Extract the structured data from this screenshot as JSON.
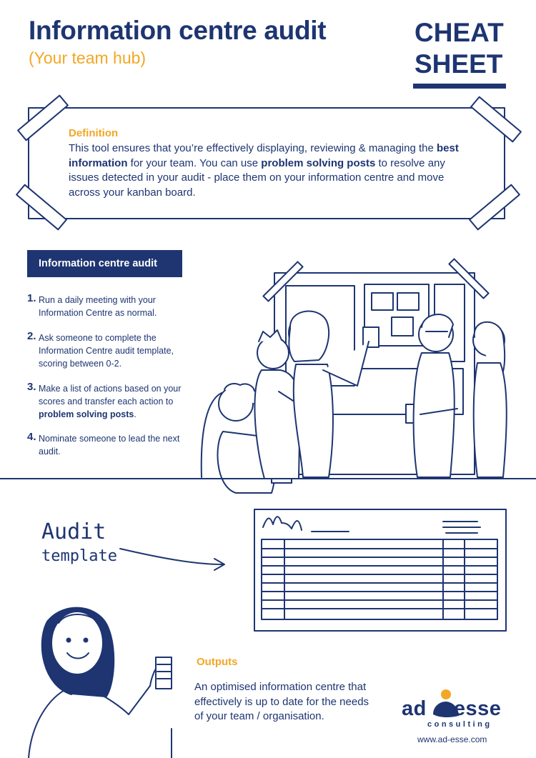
{
  "header": {
    "title": "Information centre audit",
    "subtitle": "(Your team hub)",
    "badge_line1": "CHEAT",
    "badge_line2": "SHEET"
  },
  "definition": {
    "heading": "Definition",
    "text_1": "This tool ensures that you’re effectively displaying, reviewing & managing the ",
    "bold_1": "best information",
    "text_2": " for your team. You can use ",
    "bold_2": "problem solving posts",
    "text_3": " to resolve any issues detected in your audit - place them on your information centre and move across your kanban board."
  },
  "audit_section": {
    "label": "Information centre audit",
    "steps": [
      {
        "num": "1.",
        "text": "Run a daily meeting with your Information Centre as normal."
      },
      {
        "num": "2.",
        "text": "Ask someone to complete the Information Centre audit template, scoring between 0-2."
      },
      {
        "num": "3.",
        "text": "Make a list of actions based on your scores and transfer each action to ",
        "bold": "problem solving posts",
        "tail": "."
      },
      {
        "num": "4.",
        "text": "Nominate someone to lead the next audit."
      }
    ]
  },
  "template_label": {
    "line1": "Audit",
    "line2": "template"
  },
  "outputs": {
    "heading": "Outputs",
    "text": "An optimised information centre that effectively is up to date for the needs of your team / organisation."
  },
  "footer": {
    "logo_left": "ad",
    "logo_right": "esse",
    "logo_sub": "consulting",
    "url": "www.ad-esse.com"
  },
  "colors": {
    "navy": "#1e3572",
    "accent": "#f2a725"
  }
}
